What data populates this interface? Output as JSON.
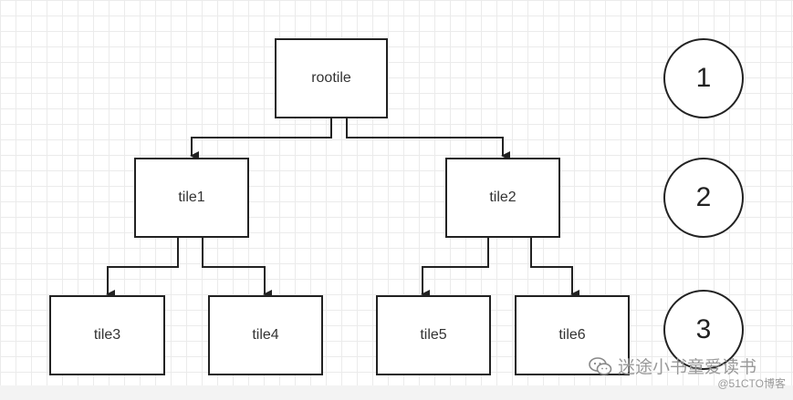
{
  "nodes": {
    "root": "rootile",
    "tile1": "tile1",
    "tile2": "tile2",
    "tile3": "tile3",
    "tile4": "tile4",
    "tile5": "tile5",
    "tile6": "tile6"
  },
  "levels": [
    "1",
    "2",
    "3"
  ],
  "watermark": {
    "text": "迷途小书童爱读书",
    "sub": "@51CTO博客",
    "icon": "wechat-icon"
  },
  "colors": {
    "stroke": "#222222",
    "grid": "#ebebeb",
    "text": "#333333"
  }
}
